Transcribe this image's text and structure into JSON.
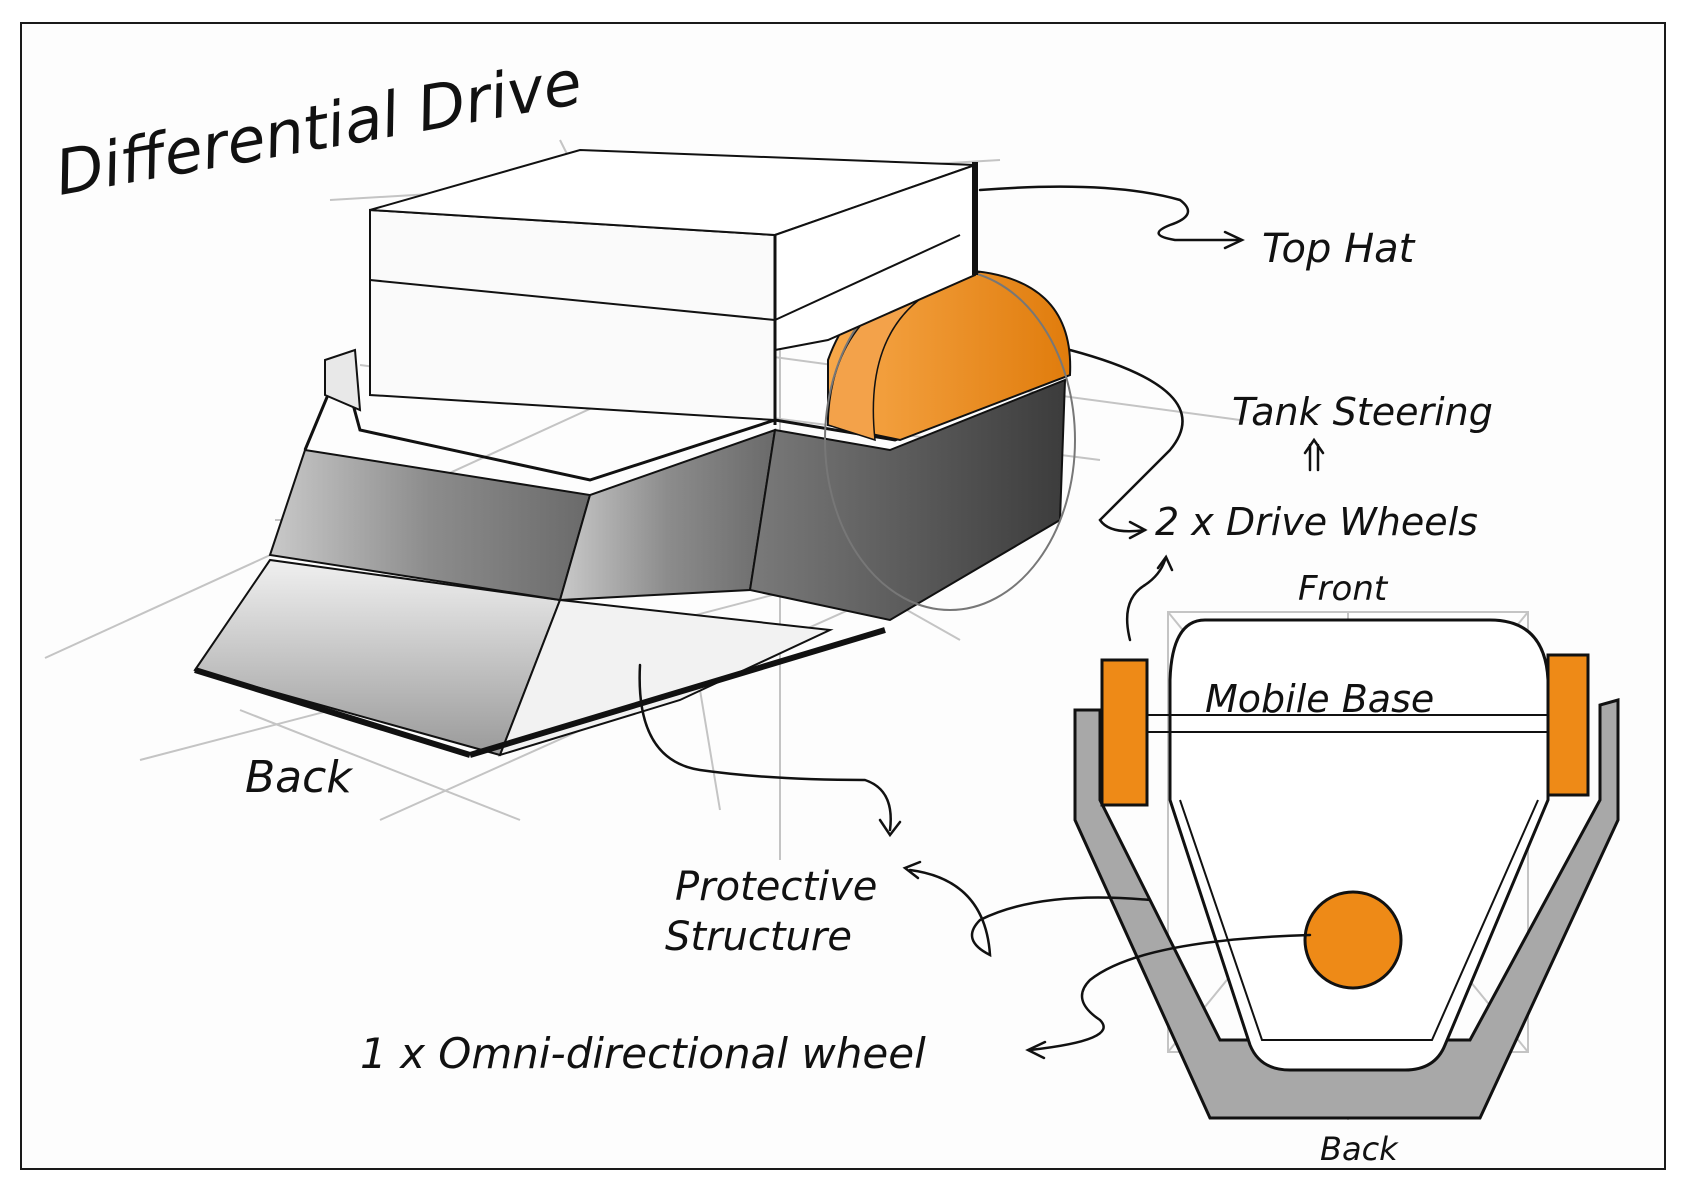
{
  "title": "Differential Drive",
  "labels": {
    "top_hat": "Top Hat",
    "tank_steering": "Tank Steering",
    "drive_wheels": "2 x Drive Wheels",
    "front": "Front",
    "mobile_base": "Mobile Base",
    "back_left": "Back",
    "back_right": "Back",
    "protective_line1": "Protective",
    "protective_line2": "Structure",
    "omni_wheel": "1 x Omni-directional wheel"
  },
  "colors": {
    "accent_orange": "#ee8a17",
    "gray_dark": "#6e6e6e",
    "gray_mid": "#a6a6a6",
    "gray_light": "#d9d9d9",
    "ink": "#111111"
  }
}
